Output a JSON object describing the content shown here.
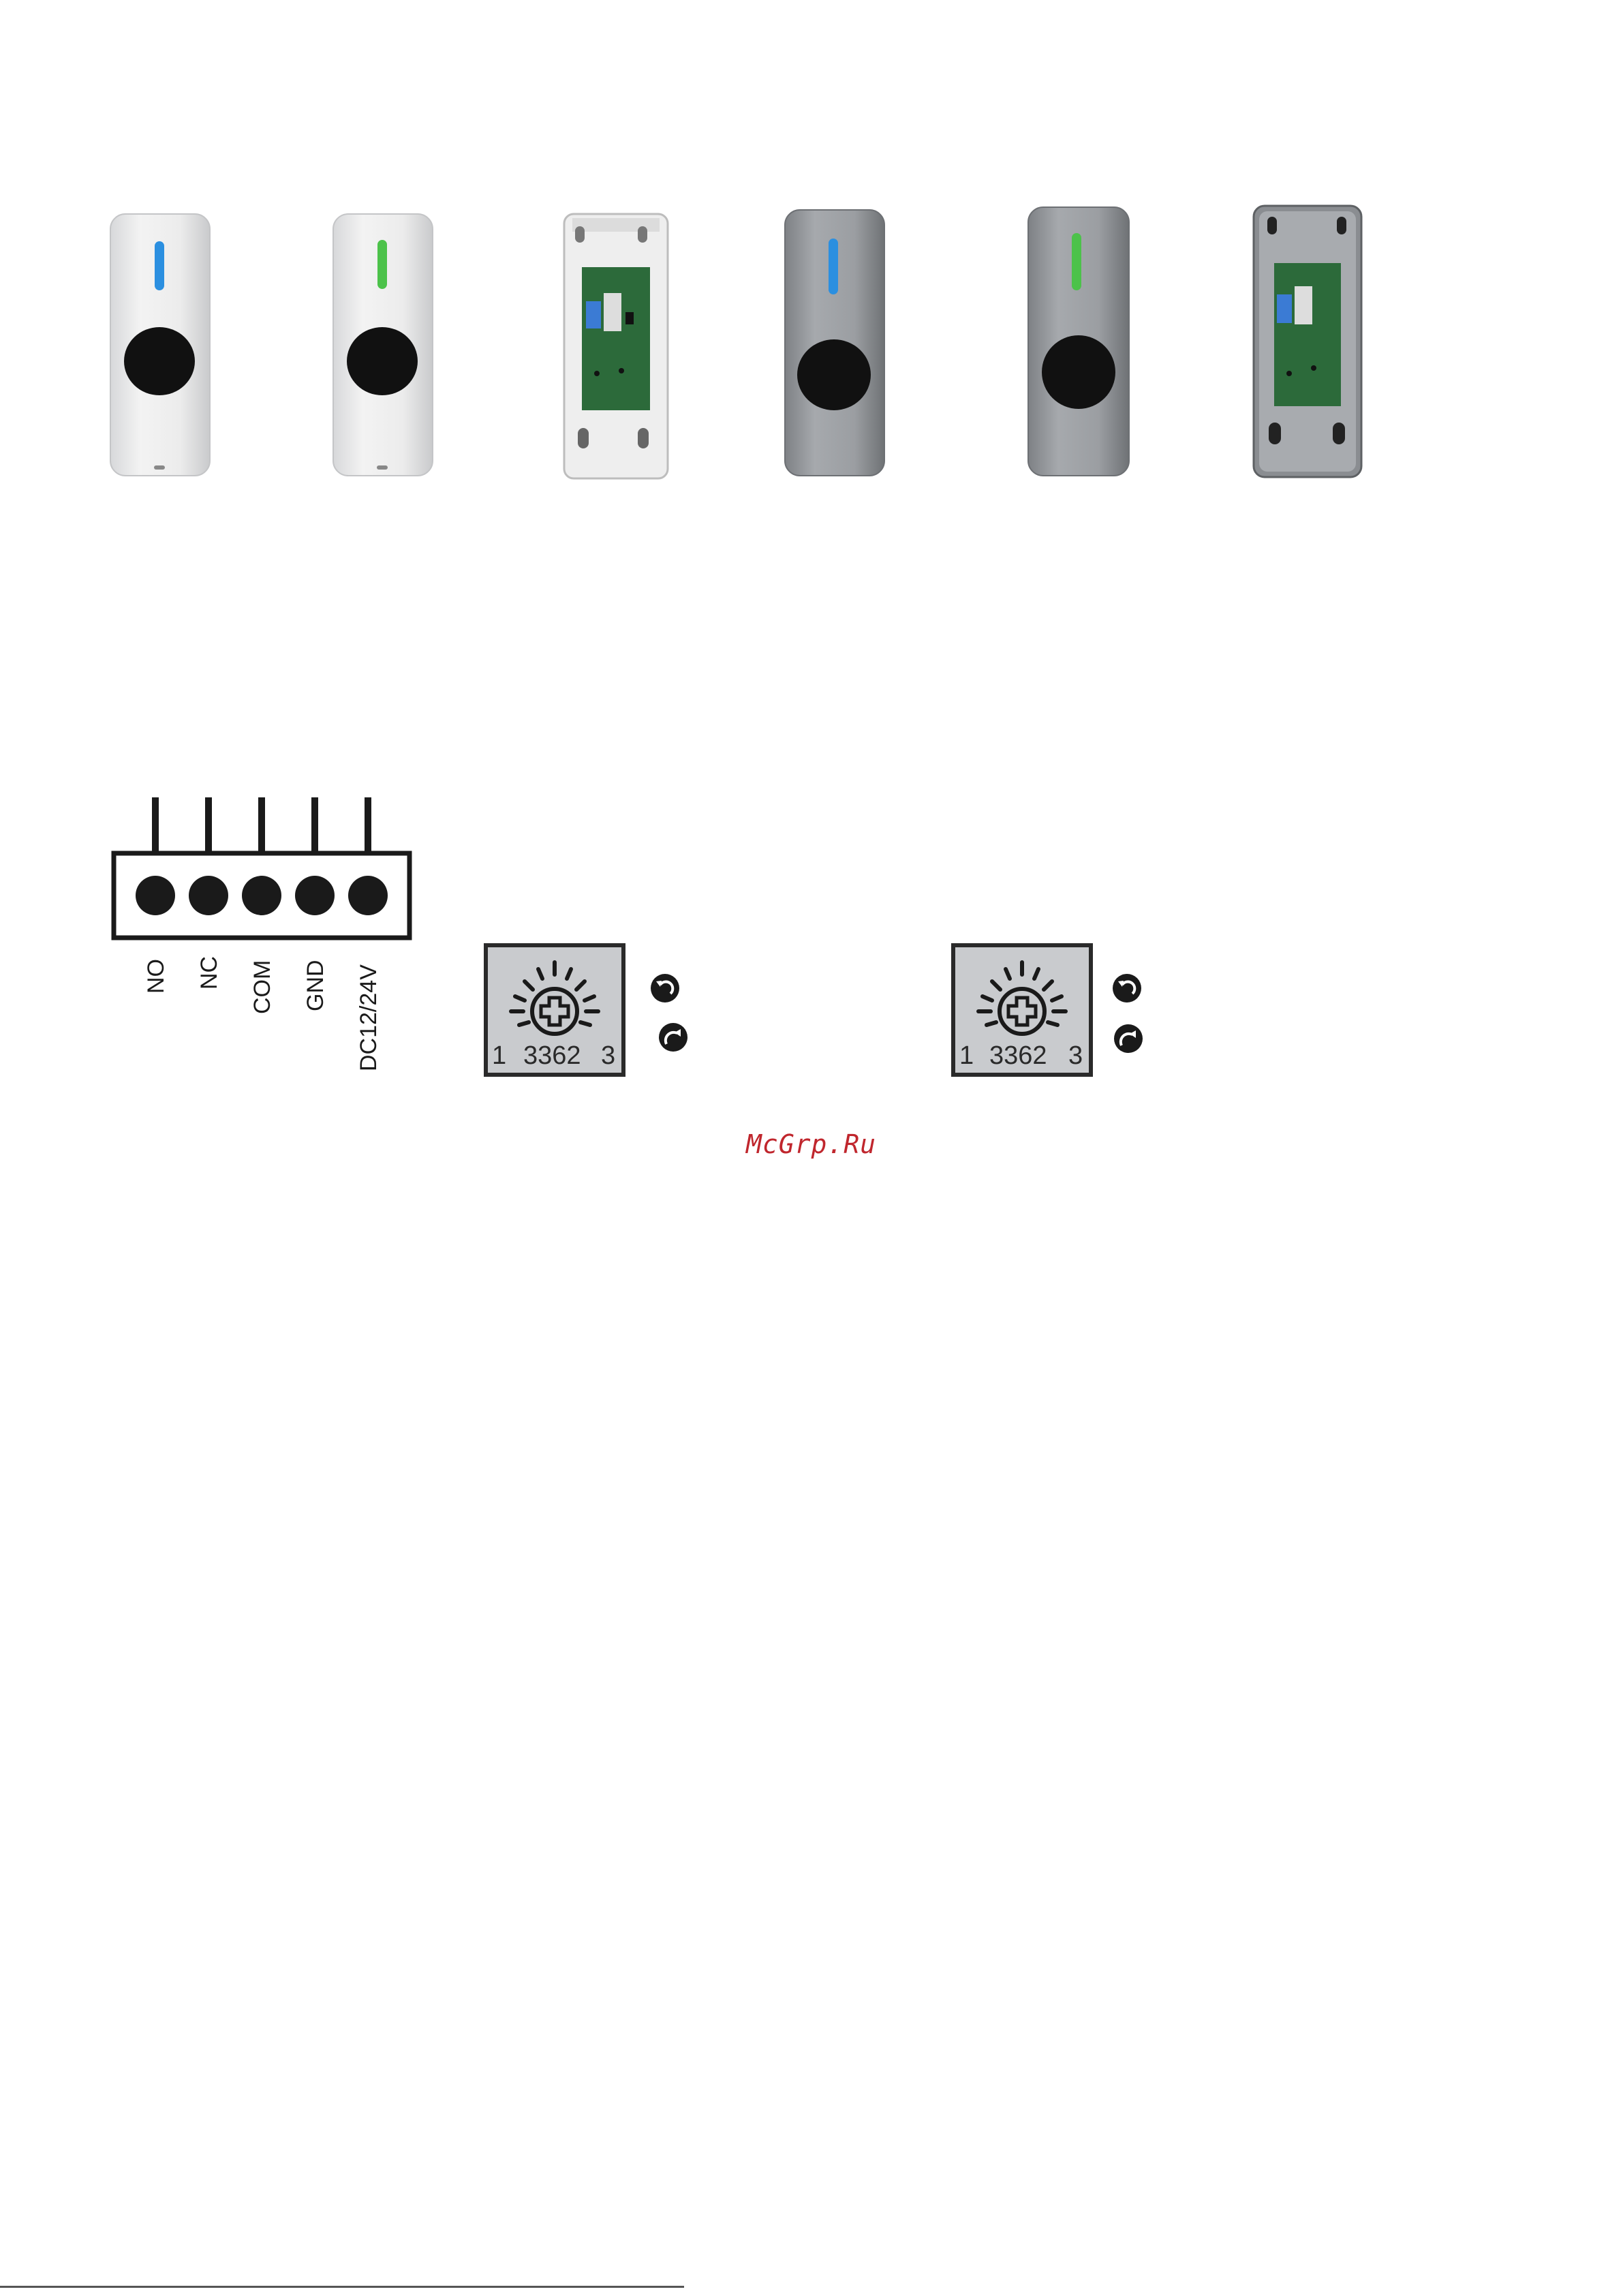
{
  "devices": [
    {
      "name": "white-button-blue-led",
      "finish": "white",
      "led_color": "#2b8fe0"
    },
    {
      "name": "white-button-green-led",
      "finish": "white",
      "led_color": "#4cc24a"
    },
    {
      "name": "white-button-back",
      "finish": "white-back"
    },
    {
      "name": "silver-button-blue-led",
      "finish": "silver",
      "led_color": "#2b8fe0"
    },
    {
      "name": "silver-button-green-led",
      "finish": "silver",
      "led_color": "#4cc24a"
    },
    {
      "name": "silver-button-back",
      "finish": "silver-back"
    }
  ],
  "terminal": {
    "labels": [
      "NO",
      "NC",
      "COM",
      "GND",
      "DC12/24V"
    ]
  },
  "potentiometers": [
    {
      "left_num": "1",
      "model": "3362",
      "right_num": "3",
      "icons": [
        "rotate-counterclockwise-icon",
        "rotate-clockwise-icon"
      ]
    },
    {
      "left_num": "1",
      "model": "3362",
      "right_num": "3",
      "icons": [
        "rotate-counterclockwise-icon",
        "rotate-clockwise-icon"
      ]
    }
  ],
  "watermark": "McGrp.Ru",
  "colors": {
    "pot_bg": "#c9cbce",
    "dark": "#1a1a1a",
    "watermark": "#c0262d"
  }
}
